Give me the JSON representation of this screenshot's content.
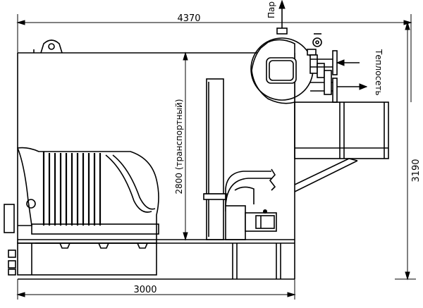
{
  "dimensions": {
    "total_width": "4370",
    "base_width": "3000",
    "total_height": "3190",
    "transport_height": "2800 (транспортный)"
  },
  "labels": {
    "steam": "Пар",
    "heating_network": "Теплосеть"
  }
}
